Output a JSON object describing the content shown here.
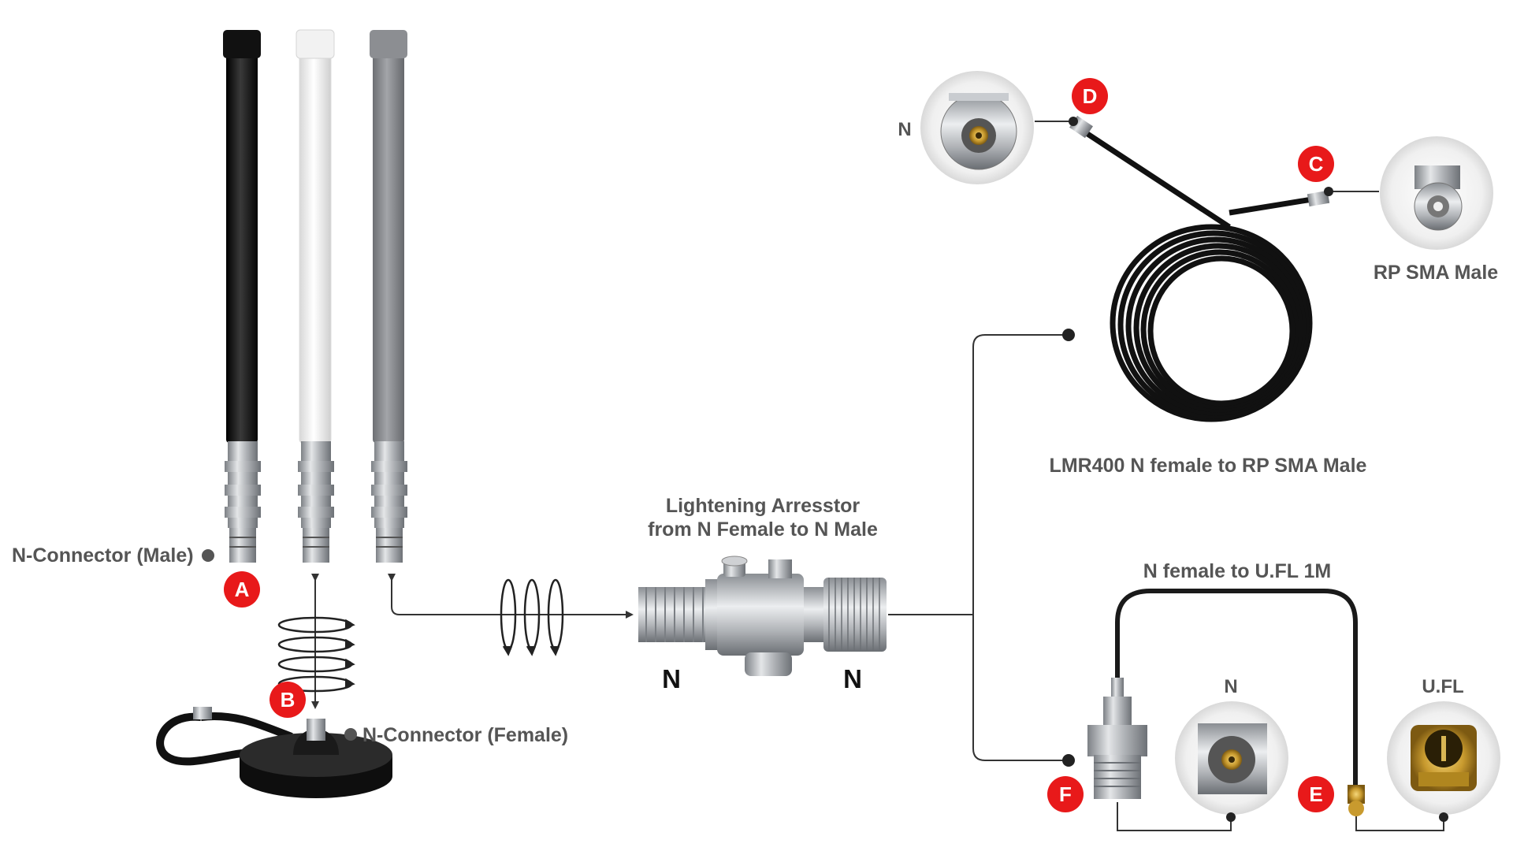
{
  "colors": {
    "badge": "#e8191a",
    "label": "#555555",
    "line": "#333333",
    "antenna_black": "#111111",
    "antenna_white": "#f4f4f4",
    "antenna_gray": "#8a8c90",
    "metal": "#b9bcc0",
    "cable": "#151515"
  },
  "labels": {
    "n_connector_male": "N-Connector (Male)",
    "n_connector_female": "N-Connector (Female)",
    "arrestor_line1": "Lightening Arresstor",
    "arrestor_line2": "from N Female to N Male",
    "arrestor_left_n": "N",
    "arrestor_right_n": "N",
    "lmr400": "LMR400 N female to RP SMA Male",
    "rp_sma_male": "RP SMA Male",
    "n_top": "N",
    "n_female_ufl": "N female to U.FL 1M",
    "n_bottom": "N",
    "ufl": "U.FL"
  },
  "badges": {
    "a": "A",
    "b": "B",
    "c": "C",
    "d": "D",
    "e": "E",
    "f": "F"
  },
  "icons": {
    "rotate": "rotate-arrows-icon",
    "arrow": "arrow-icon"
  }
}
